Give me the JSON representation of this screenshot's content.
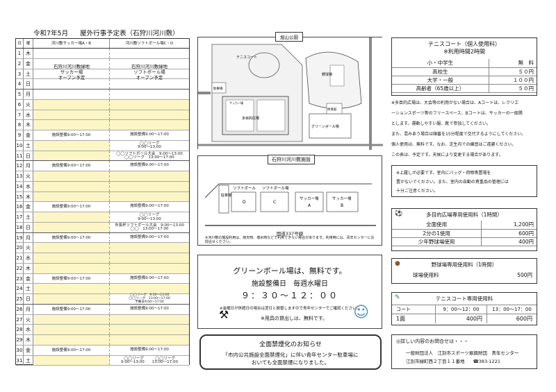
{
  "schedule": {
    "month": "令和7年5月",
    "title": "屋外行事予定表（石狩川河川敷）",
    "headers": [
      "日",
      "曜",
      "河川敷サッカー場A・B",
      "河川敷ソフトボール場C・D"
    ],
    "open_a": "石狩川河川敷緑地\nサッカー場\nオープン予定",
    "open_b": "石狩川河川敷緑地\nソフトボール場\nオープン予定",
    "days": [
      {
        "d": "1",
        "w": "木"
      },
      {
        "d": "2",
        "w": "金"
      },
      {
        "d": "3",
        "w": "土"
      },
      {
        "d": "4",
        "w": "日"
      },
      {
        "d": "5",
        "w": "月"
      },
      {
        "d": "6",
        "w": "火"
      },
      {
        "d": "7",
        "w": "水"
      },
      {
        "d": "8",
        "w": "木"
      },
      {
        "d": "9",
        "w": "金"
      },
      {
        "d": "10",
        "w": "土"
      },
      {
        "d": "11",
        "w": "日"
      },
      {
        "d": "12",
        "w": "月"
      },
      {
        "d": "13",
        "w": "火"
      },
      {
        "d": "14",
        "w": "水"
      },
      {
        "d": "15",
        "w": "木"
      },
      {
        "d": "16",
        "w": "金"
      },
      {
        "d": "17",
        "w": "土"
      },
      {
        "d": "18",
        "w": "日"
      },
      {
        "d": "19",
        "w": "月"
      },
      {
        "d": "20",
        "w": "火"
      },
      {
        "d": "21",
        "w": "水"
      },
      {
        "d": "22",
        "w": "木"
      },
      {
        "d": "23",
        "w": "金"
      },
      {
        "d": "24",
        "w": "土"
      },
      {
        "d": "25",
        "w": "日"
      },
      {
        "d": "26",
        "w": "月"
      },
      {
        "d": "27",
        "w": "火"
      },
      {
        "d": "28",
        "w": "水"
      },
      {
        "d": "29",
        "w": "木"
      },
      {
        "d": "30",
        "w": "金"
      },
      {
        "d": "31",
        "w": "土"
      }
    ],
    "events": [
      {
        "row": 8,
        "a": "施設整備9:00～17:00",
        "b": "施設整備9:00～17:00"
      },
      {
        "row": 9,
        "a": "",
        "b": "◯◯リーグ\n9:00～13:00"
      },
      {
        "row": 10,
        "a": "",
        "b": "◯◯ソフトボール大会　9:00～13:00\n◯◯リーグ　13:00～17:00"
      },
      {
        "row": 11,
        "a": "施設整備9:00～17:00",
        "b": "施設整備9:00～17:00"
      },
      {
        "row": 15,
        "a": "施設整備9:00～17:00",
        "b": "施設整備9:00～17:00"
      },
      {
        "row": 16,
        "a": "",
        "b": "◯◯リーグ\n9:00～13:00"
      },
      {
        "row": 17,
        "a": "",
        "b": "市長杯ソフトボール大会　9:00～13:00\n◯◯　13:00～17:00"
      },
      {
        "row": 18,
        "a": "施設整備9:00～17:00",
        "b": "施設整備9:00～17:00"
      },
      {
        "row": 22,
        "a": "施設整備9:00～17:00",
        "b": "施設整備9:00～17:00"
      },
      {
        "row": 24,
        "a": "",
        "b": "◯◯リーグ　9:00～13:00\n◯◯リーグ　13:00～17:00\n予備日9:00～17:00"
      },
      {
        "row": 25,
        "a": "施設整備9:00～17:00",
        "b": "施設整備9:00～17:00"
      },
      {
        "row": 29,
        "a": "施設整備9:00～17:00",
        "b": "施設整備9:00～17:00"
      },
      {
        "row": 30,
        "a": "",
        "b": "◯◯リーグ　　　◯◯リーグ\n9:00～13:00　　13:00～17:00"
      }
    ]
  },
  "map": {
    "park_name": "旭山公園",
    "labels": [
      "テニスコート",
      "野球場",
      "多目的広場",
      "グリーンボール場",
      "駐車場",
      "体育館",
      "サッカー場"
    ],
    "location_title": "石狩川河川敷施設",
    "location_labels": [
      "駐車場",
      "ソフトボール\nD",
      "ソフトボール場\nC",
      "サッカー場\nA",
      "サッカー場\nB"
    ],
    "road": "国道337号線",
    "loc_note": "※河川敷の施設利用は、雨天時、増水時などで利用できない場合があります。利用時には、青年センターにお問合せください。"
  },
  "green": {
    "title": "グリーンボール場は、無料です。",
    "maint": "施設整備日　毎週水曜日",
    "time": "９：３０～１２：００",
    "note1": "※金曜日が休館日の場合は翌日と振替しますので青年センターでご確認ください。",
    "note2": "※用具の貸出しは、無料です。"
  },
  "notice": {
    "title": "全面禁煙化のお知らせ",
    "body": "「市内公共施設全面禁煙化」に伴い青年センター駐車場に\nおいても全面禁煙になりました。"
  },
  "tennis": {
    "title": "テニスコート（個人使用料）",
    "subtitle": "※利用時間2時間",
    "rows": [
      {
        "label": "小・中学生",
        "value": "無　料"
      },
      {
        "label": "高校生",
        "value": "５０円"
      },
      {
        "label": "大学・一般",
        "value": "１００円"
      },
      {
        "label": "高齢者（65歳以上）",
        "value": "５０円"
      }
    ],
    "notes": [
      "※多目的広場は、大会等の利用がない場合は、Aコートは、レクリエ",
      "ーションスポーツ等のフリースペース、Bコートは、サッカーの一般開",
      "とします。運動しやすい服、靴で参加してください。",
      "また、混みあう場合は順番を15分程度で交代するようにしてください。",
      "個人使用は、無料です。なお、芝生内での練習はご遠慮ください。",
      "この表は、予定です。天候により変更する場合があります。"
    ],
    "warn": [
      "※上履しが必要です。室内にバッグ・荷物等置場を",
      "置かないでください。また、室内の自動の貴重品の管理には",
      "十分ご注意ください。"
    ]
  },
  "multi": {
    "title": "多目的広場専用使用料（1時間）",
    "rows": [
      {
        "label": "全面使用",
        "value": "1,200円"
      },
      {
        "label": "2分の1使用",
        "value": "600円"
      },
      {
        "label": "少年野球場使用",
        "value": "400円"
      }
    ]
  },
  "baseball": {
    "title": "野球場専用使用料（1時間）",
    "label": "球場使用料",
    "value": "500円"
  },
  "court": {
    "title": "テニスコート専用使用料",
    "col_label": "コート",
    "t1": "9：00～12：00",
    "t2": "13：00～17：00",
    "row_label": "1面",
    "v1": "400円",
    "v2": "600円"
  },
  "contact": {
    "heading": "◎詳しい内容のお問合せは・・・",
    "org": "一般財団法人　江別市スポーツ振興財団　青年センター",
    "addr": "江別市緑町西２丁目１１番地",
    "tel": "☎383-1221"
  },
  "colors": {
    "shade": "#fcf6c7",
    "accent": "#222222"
  }
}
